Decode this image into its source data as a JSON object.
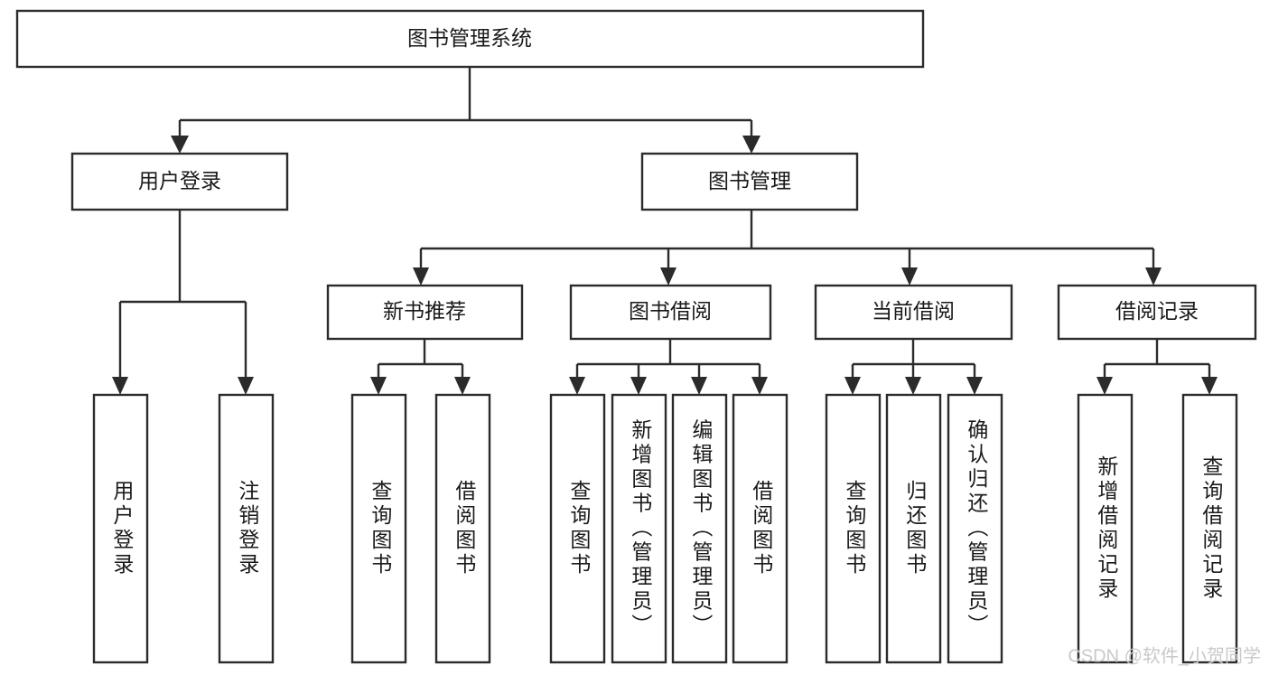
{
  "diagram": {
    "title": "图书管理系统",
    "type": "hierarchy-tree",
    "watermark": "CSDN @软件_小贺同学",
    "colors": {
      "background": "#ffffff",
      "stroke": "#2b2b2b",
      "box_fill": "#ffffff",
      "text": "#1a1a1a",
      "watermark": "#c9c9c9"
    },
    "root": {
      "id": "root",
      "label": "图书管理系统",
      "orientation": "horizontal"
    },
    "level2": [
      {
        "id": "user-login",
        "label": "用户登录",
        "orientation": "horizontal"
      },
      {
        "id": "book-management",
        "label": "图书管理",
        "orientation": "horizontal"
      }
    ],
    "level3": [
      {
        "id": "new-book-recommend",
        "label": "新书推荐",
        "orientation": "horizontal",
        "parent": "book-management"
      },
      {
        "id": "book-borrow",
        "label": "图书借阅",
        "orientation": "horizontal",
        "parent": "book-management"
      },
      {
        "id": "current-borrow",
        "label": "当前借阅",
        "orientation": "horizontal",
        "parent": "book-management"
      },
      {
        "id": "borrow-record",
        "label": "借阅记录",
        "orientation": "horizontal",
        "parent": "book-management"
      }
    ],
    "leaves": [
      {
        "id": "leaf-user-login",
        "label": "用户登录",
        "parent": "user-login"
      },
      {
        "id": "leaf-logout",
        "label": "注销登录",
        "parent": "user-login"
      },
      {
        "id": "leaf-query-book-1",
        "label": "查询图书",
        "parent": "new-book-recommend"
      },
      {
        "id": "leaf-borrow-book-1",
        "label": "借阅图书",
        "parent": "new-book-recommend"
      },
      {
        "id": "leaf-query-book-2",
        "label": "查询图书",
        "parent": "book-borrow"
      },
      {
        "id": "leaf-add-book",
        "label": "新增图书（管理员）",
        "parent": "book-borrow"
      },
      {
        "id": "leaf-edit-book",
        "label": "编辑图书（管理员）",
        "parent": "book-borrow"
      },
      {
        "id": "leaf-borrow-book-2",
        "label": "借阅图书",
        "parent": "book-borrow"
      },
      {
        "id": "leaf-query-book-3",
        "label": "查询图书",
        "parent": "current-borrow"
      },
      {
        "id": "leaf-return-book",
        "label": "归还图书",
        "parent": "current-borrow"
      },
      {
        "id": "leaf-confirm-return",
        "label": "确认归还（管理员）",
        "parent": "current-borrow"
      },
      {
        "id": "leaf-add-record",
        "label": "新增借阅记录",
        "parent": "borrow-record"
      },
      {
        "id": "leaf-query-record",
        "label": "查询借阅记录",
        "parent": "borrow-record"
      }
    ]
  }
}
